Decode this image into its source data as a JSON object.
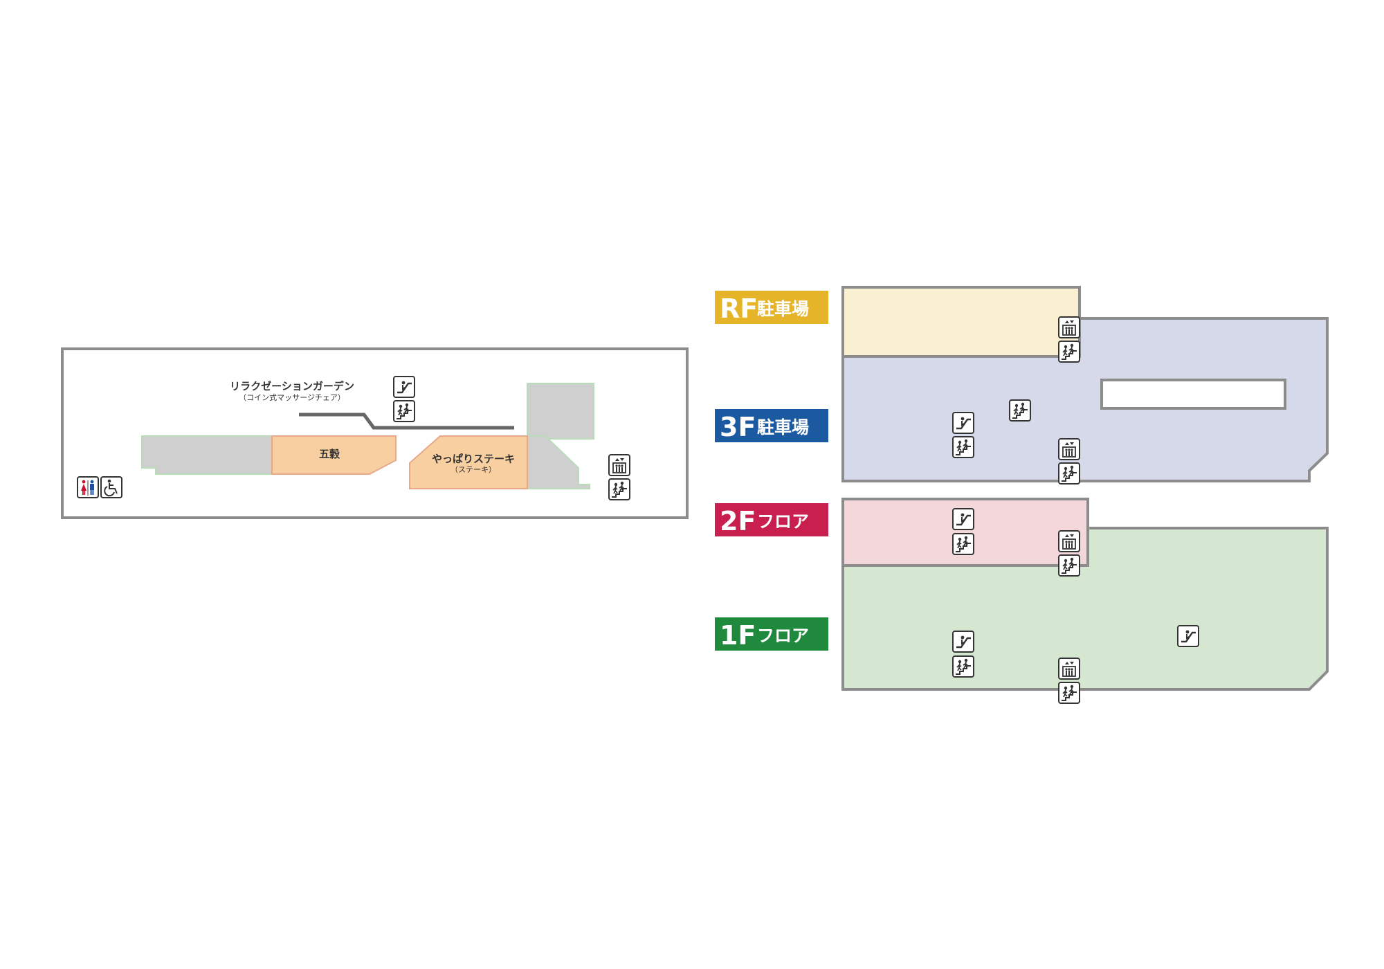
{
  "floor_map": {
    "labels": {
      "relax_garden": "リラクゼーションガーデン",
      "relax_garden_sub": "（コイン式マッサージチェア）",
      "gokoku": "五穀",
      "yappari": "やっぱりステーキ",
      "yappari_sub": "（ステーキ）"
    }
  },
  "floor_guide": {
    "rf": {
      "code": "RF",
      "name": "駐車場"
    },
    "f3": {
      "code": "3F",
      "name": "駐車場"
    },
    "f2": {
      "code": "2F",
      "name": "フロア"
    },
    "f1": {
      "code": "1F",
      "name": "フロア"
    }
  },
  "colors": {
    "rf_badge": "#e5b428",
    "f3_badge": "#1b5aa0",
    "f2_badge": "#c81f4e",
    "f1_badge": "#1f8a3d",
    "rf_area": "#f8f0d0",
    "f3_area": "#d6d9ea",
    "f2_area": "#f3d7db",
    "f1_area": "#d5e7d1",
    "shop_fill": "#f8cfa0",
    "wall": "#8c8c8c",
    "block_gray": "#cfcfcf"
  },
  "icons": {
    "restroom": "restroom-icon",
    "wheelchair": "wheelchair-icon",
    "escalator": "escalator-icon",
    "stairs": "stairs-icon",
    "elevator": "elevator-icon"
  }
}
